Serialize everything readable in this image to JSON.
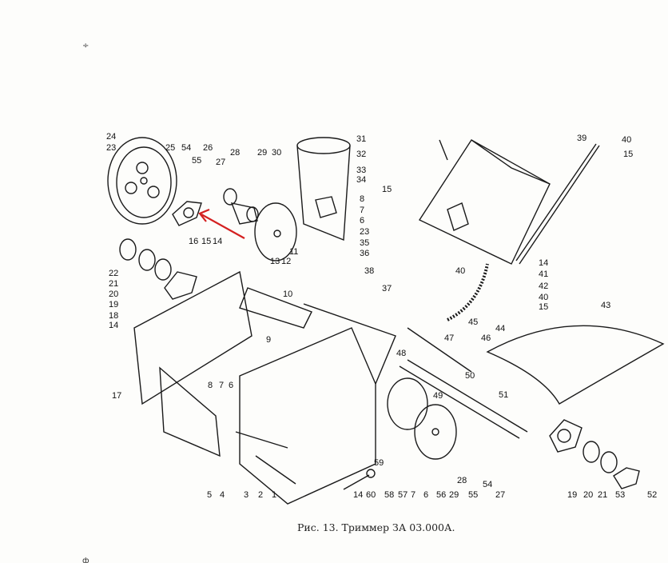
{
  "caption": "Рис. 13. Триммер ЗА 03.000А.",
  "stray_marks": [
    "÷",
    "ф"
  ],
  "arrow": {
    "color": "#d42020"
  },
  "part_numbers": [
    "24",
    "23",
    "25",
    "54",
    "55",
    "26",
    "27",
    "28",
    "29",
    "30",
    "31",
    "32",
    "33",
    "34",
    "15",
    "8",
    "7",
    "6",
    "23",
    "35",
    "36",
    "11",
    "12",
    "13",
    "10",
    "9",
    "16",
    "15",
    "14",
    "22",
    "21",
    "20",
    "19",
    "18",
    "14",
    "17",
    "8",
    "7",
    "6",
    "5",
    "4",
    "3",
    "2",
    "1",
    "38",
    "37",
    "39",
    "40",
    "15",
    "40",
    "14",
    "41",
    "42",
    "40",
    "15",
    "45",
    "44",
    "43",
    "47",
    "46",
    "48",
    "50",
    "49",
    "51",
    "59",
    "14",
    "60",
    "58",
    "57",
    "7",
    "6",
    "56",
    "29",
    "28",
    "55",
    "54",
    "27",
    "19",
    "20",
    "21",
    "53",
    "52"
  ]
}
